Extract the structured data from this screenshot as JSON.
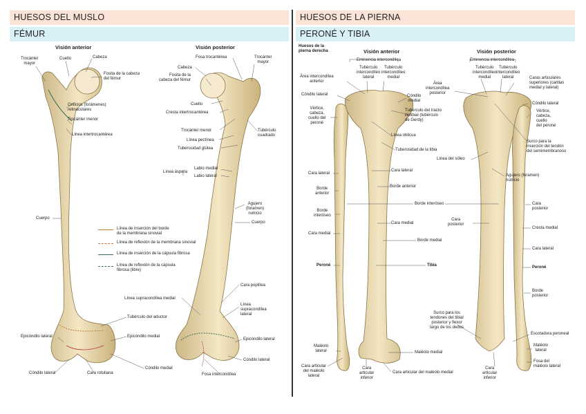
{
  "left": {
    "header": "HUESOS DEL MUSLO",
    "subheader": "FÉMUR",
    "view_anterior": "Visión anterior",
    "view_posterior": "Visión posterior",
    "labels_anterior": {
      "trocanter_mayor": "Trocánter\nmayor",
      "cuello": "Cuello",
      "cabeza": "Cabeza",
      "fosita": "Fosita de la cabeza\ndel fémur",
      "orificios": "Orificios (forámenes)\nretinaculares",
      "trocanter_menor": "Trocánter menor",
      "linea_intertrocanterea": "Línea intertrocantérea",
      "cuerpo": "Cuerpo",
      "tuberculo_aductor": "Tubérculo del aductor",
      "epicondilo_lateral": "Epicóndilo lateral",
      "epicondilo_medial": "Epicóndilo medial",
      "condilo_lateral": "Cóndilo lateral",
      "cara_rotuliana": "Cara rotuliana",
      "condilo_medial": "Cóndilo medial"
    },
    "labels_posterior": {
      "fosa_trocanterea": "Fosa trocantérea",
      "trocanter_mayor": "Trocánter\nmayor",
      "cabeza": "Cabeza",
      "fosita": "Fosita de la\ncabeza del fémur",
      "cuello": "Cuello",
      "cresta": "Cresta intertrocantérea",
      "trocanter_menor": "Trocánter menor",
      "tuberculo_cuadrado": "Tubérculo\ncuadrado",
      "linea_pectinea": "Línea pectínea",
      "tuberosidad_glutea": "Tuberosidad glútea",
      "linea_aspera": "Línea áspera",
      "labio_medial": "Labio medial",
      "labio_lateral": "Labio lateral",
      "agujero": "Agujero\n(foramen)\nnutricio",
      "cuerpo": "Cuerpo",
      "cara_poplitea": "Cara poplítea",
      "linea_supra_medial": "Línea supracondílea medial",
      "linea_supra_lateral": "Línea\nsupracondílea\nlateral",
      "epicondilo_lateral": "Epicóndilo lateral",
      "condilo_lateral": "Cóndilo lateral",
      "fosa_intercondilea": "Fosa intercondílea"
    },
    "legend": [
      {
        "text": "Línea de inserción del borde\nde la membrana sinovial",
        "color": "#c0793a",
        "style": "solid"
      },
      {
        "text": "Línea de reflexión de la membrana sinovial",
        "color": "#c0793a",
        "style": "dashed"
      },
      {
        "text": "Línea de inserción de la cápsula fibrosa",
        "color": "#3a6b55",
        "style": "solid"
      },
      {
        "text": "Línea de reflexión de la cápsula\nfibrosa (libre)",
        "color": "#3a6b55",
        "style": "dashed"
      }
    ]
  },
  "right": {
    "header": "HUESOS DE LA PIERNA",
    "subheader": "PERONÉ Y TIBIA",
    "corner_label": "Huesos de la\npierna derecha",
    "view_anterior": "Visión anterior",
    "view_posterior": "Visión posterior",
    "labels_anterior": {
      "eminencia": "Eminencia intercondílea",
      "tub_lateral": "Tubérculo\nintercondíleo\nlateral",
      "tub_medial": "Tubérculo\nintercondíleo\nmedial",
      "area_anterior": "Área intercondílea\nanterior",
      "condilo_lateral": "Cóndilo lateral",
      "condilo_medial": "Cóndilo\nmedial",
      "vertice": "Vértice,\ncabeza,\ncuello del\nperoné",
      "tub_tracto": "Tubérculo del tracto\niliotibial (tubérculo\nde Gerdy)",
      "linea_oblicua": "Línea oblicua",
      "tuberosidad": "Tuberosidad de la tibia",
      "cara_lateral_fib": "Cara lateral",
      "cara_lateral_tib": "Cara lateral",
      "borde_anterior_fib": "Borde\nanterior",
      "borde_anterior_tib": "Borde anterior",
      "borde_interoseo_fib": "Borde\ninteróseo",
      "borde_interoseo": "Borde interóseo",
      "cara_medial_fib": "Cara medial",
      "cara_medial_tib": "Cara medial",
      "borde_medial": "Borde medial",
      "perone": "Peroné",
      "tibia": "Tibia",
      "maleolo_lateral": "Maléolo\nlateral",
      "maleolo_medial": "Maléolo medial",
      "cara_art_lat": "Cara articular\ndel maléolo\nlateral",
      "cara_inferior": "Cara\narticular\ninferior",
      "cara_art_med": "Cara articular del maléolo medial"
    },
    "labels_posterior": {
      "eminencia": "Eminencia intercondílea",
      "tub_medial": "Tubérculo\nintercondíleo\nmedial",
      "tub_lateral": "Tubérculo\nintercondíleo\nlateral",
      "area_posterior": "Área\nintercondílea\nposterior",
      "caras_sup": "Caras articulares\nsuperiores (carillas\nmedial y lateral)",
      "condilo_lateral": "Cóndilo lateral",
      "vertice": "Vértice,\ncabeza,\ncuello\ndel peroné",
      "surco_semimem": "Surco para la\ninserción del tendón\ndel semimembranoso",
      "linea_soleo": "Línea del sóleo",
      "agujero": "Agujero (foramen)\nnutricio",
      "cara_posterior_fib": "Cara\nposterior",
      "cara_posterior_tib": "Cara\nposterior",
      "cresta_medial": "Cresta medial",
      "cara_lateral": "Cara lateral",
      "perone": "Peroné",
      "borde_posterior": "Borde\nposterior",
      "surco_tendones": "Surco para los\ntendones del tibial\nposterior y flexor\nlargo de los dedos",
      "escotadura": "Escotadura peroneal",
      "maleolo_lateral": "Maléolo\nlateral",
      "fosa_maleolo": "Fosa del\nmaléolo lateral",
      "cara_inferior": "Cara\narticular\ninferior"
    }
  }
}
